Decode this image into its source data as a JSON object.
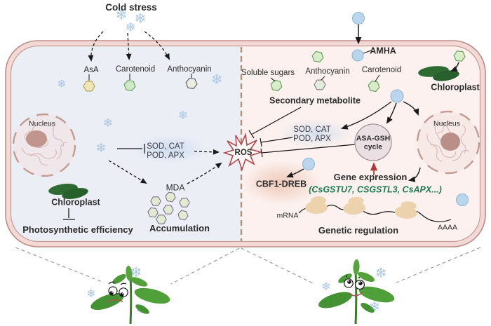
{
  "icons": {
    "snowflake": "❄"
  },
  "colors": {
    "membrane": "#bd8c86",
    "membrane_band": "#f2d9d5",
    "left_cytoplasm": "#eceef5",
    "right_cytoplasm": "#fcf1ee",
    "snowflake_blue": "#a9c6e3",
    "amha_blue": "#b9d6ec",
    "ros_red": "#b04a50",
    "gene_green": "#1e7a4f",
    "chloroplast_green": "#2e6b33",
    "red_arrow": "#b03a3a"
  },
  "outside": {
    "cold_stress": "Cold stress",
    "amha": "AMHA"
  },
  "left": {
    "asa": "AsA",
    "carotenoid": "Carotenoid",
    "anthocyanin": "Anthocyanin",
    "nucleus": "Nucleus",
    "enzymes1": "SOD, CAT",
    "enzymes2": "POD, APX",
    "mda": "MDA",
    "accumulation": "Accumulation",
    "chloroplast": "Chloroplast",
    "photosynthetic": "Photosynthetic efficiency"
  },
  "center": {
    "ros": "ROS"
  },
  "right": {
    "soluble_sugars": "Soluble sugars",
    "anthocyanin": "Anthocyanin",
    "carotenoid": "Carotenoid",
    "secondary_metabolite": "Secondary metabolite",
    "enzymes1": "SOD, CAT",
    "enzymes2": "POD, APX",
    "asa_gsh1": "ASA-GSH",
    "asa_gsh2": "cycle",
    "cbf1": "CBF1-DREB",
    "gene_expression": "Gene expression",
    "genes": "(CsGSTU7, CSGSTL3, CsAPX...)",
    "nucleus": "Nucleus",
    "chloroplast": "Chloroplast",
    "mrna": "mRNA",
    "polya": "AAAA",
    "genetic_regulation": "Genetic regulation"
  }
}
